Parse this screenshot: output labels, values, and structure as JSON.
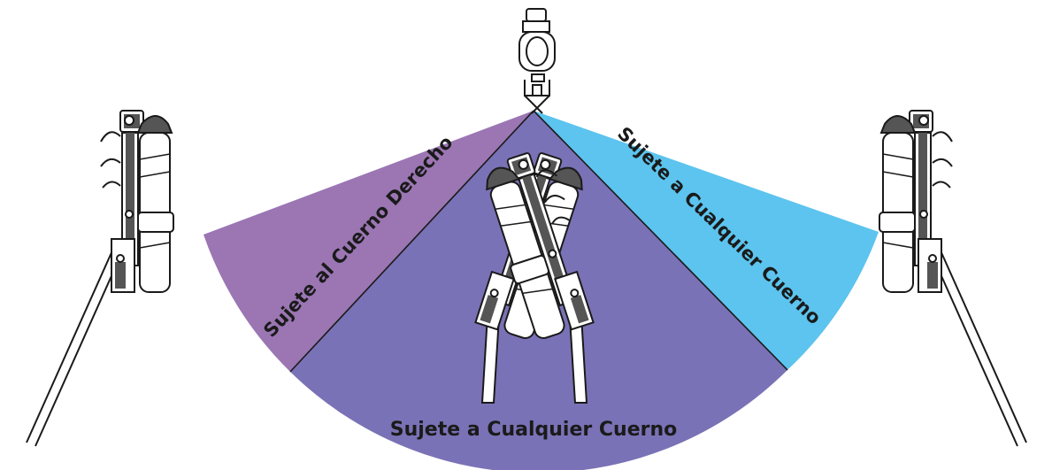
{
  "labels": {
    "left": "Sujete al Cuerno Derecho",
    "center": "Sujete a Cualquier Cuerno",
    "right": "Sujete a Cualquier Cuerno"
  },
  "colors": {
    "left_sector": "#9b76b3",
    "center_sector": "#7a72b6",
    "right_sector": "#5cc4ee",
    "outline": "#1a1a1a",
    "tool_fill": "#ffffff",
    "tool_shade": "#555555"
  },
  "icons": {
    "top": "spotlight-fixture-icon",
    "left_tool": "pole-cutter-tool-icon",
    "right_tool": "pole-cutter-tool-icon",
    "center_tools": "pole-cutter-pair-icon"
  }
}
